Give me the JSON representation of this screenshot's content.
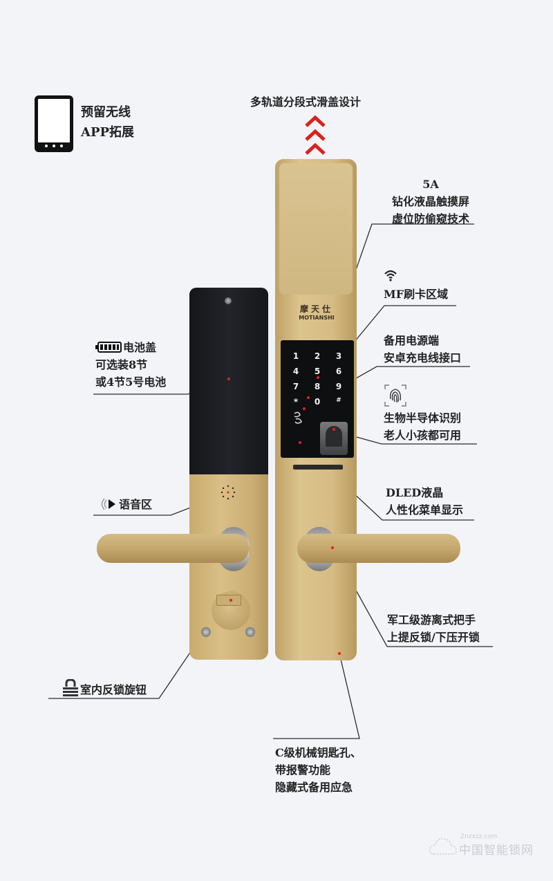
{
  "app_feature": {
    "icon": "tablet-icon",
    "lines": [
      "预留无线",
      "APP拓展"
    ]
  },
  "top_feature": {
    "label": "多轨道分段式滑盖设计",
    "icon": "triple-chevron-up-icon",
    "accent_color": "#d9221c"
  },
  "brand": {
    "name_cn": "摩天仕",
    "name_en": "MOTIANSHI"
  },
  "keypad": {
    "keys": [
      "1",
      "2",
      "3",
      "4",
      "5",
      "6",
      "7",
      "8",
      "9",
      "*",
      "0",
      "#"
    ]
  },
  "callouts_right": [
    {
      "id": "touchscreen",
      "lines": [
        "5A",
        "钻化液晶触摸屏",
        "虚位防偷窥技术"
      ]
    },
    {
      "id": "mf-card",
      "icon": "wifi-icon",
      "lines": [
        "MF刷卡区域"
      ]
    },
    {
      "id": "backup-power",
      "lines": [
        "备用电源端",
        "安卓充电线接口"
      ]
    },
    {
      "id": "fingerprint",
      "icon": "fingerprint-icon",
      "lines": [
        "生物半导体识别",
        "老人小孩都可用"
      ]
    },
    {
      "id": "dled",
      "lines": [
        "DLED液晶",
        "人性化菜单显示"
      ]
    },
    {
      "id": "handle",
      "lines": [
        "军工级游离式把手",
        "上提反锁/下压开锁"
      ]
    }
  ],
  "callouts_left": [
    {
      "id": "battery",
      "icon": "battery-icon",
      "title": "电池盖",
      "lines": [
        "可选装8节",
        "或4节5号电池"
      ]
    },
    {
      "id": "voice",
      "icon": "speaker-icon",
      "title": "语音区"
    },
    {
      "id": "knob",
      "icon": "lock-icon",
      "title": "室内反锁旋钮"
    }
  ],
  "callout_bottom": {
    "id": "keyhole",
    "lines": [
      "C级机械钥匙孔、",
      "带报警功能",
      "隐藏式备用应急"
    ]
  },
  "watermark": {
    "small": "Znzxzz.com",
    "big": "中国智能锁网"
  }
}
